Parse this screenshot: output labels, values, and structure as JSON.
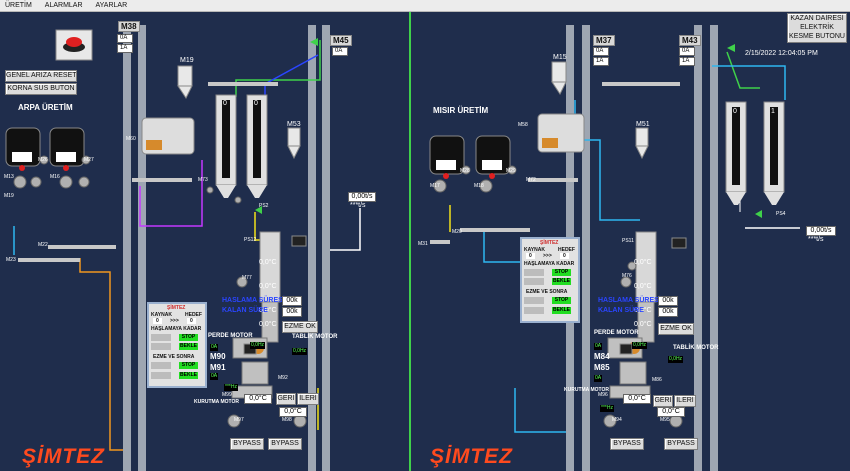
{
  "menu": [
    "ÜRETİM",
    "ALARMLAR",
    "AYARLAR"
  ],
  "buttons": {
    "fault_reset": "GENEL ARIZA RESET",
    "horn_mute": "KORNA SUS BUTON",
    "ezme_ok": "EZME OK",
    "geri": "GERİ",
    "ileri": "İLERİ",
    "bypass": "BYPASS",
    "kazan": "KAZAN DAİRESİ ELEKTRİK KESME BUTONU"
  },
  "section": {
    "left_title": "ARPA ÜRETİM",
    "right_title": "MISIR ÜRETİM"
  },
  "header": {
    "datetime": "2/15/2022 12:04:05 PM"
  },
  "machines": {
    "m38": "M38",
    "m45": "M45",
    "m37": "M37",
    "m43": "M43"
  },
  "ab": {
    "a": "0A",
    "b": "1A"
  },
  "flow": {
    "val": "0,00t/s",
    "unit": "***t/s"
  },
  "temp": "0,0°C",
  "hasl": {
    "text1": "HASLAMA SÜRESİ",
    "text2": "KALAN SÜRE",
    "val": "00k"
  },
  "motors": {
    "perde": "PERDE MOTOR",
    "tablik": "TABLİK MOTOR",
    "kurutma": "KURUTMA MOTOR",
    "m90": "M90",
    "m91": "M91",
    "m84": "M84",
    "m85": "M85"
  },
  "drive": {
    "amp": "0A",
    "fn": "0,0Hz",
    "hz": "0,0Hz",
    "hz2": "***Hz"
  },
  "panel": {
    "brand": "ŞİMTEZ",
    "kaynak": "KAYNAK",
    "hedef": "HEDEF",
    "zero": "0",
    "arrow": ">>>",
    "hasl": "HAŞLAMAYA KADAR",
    "ezme": "EZME VE SONRA",
    "stop": "STOP",
    "bekle": "BEKLE"
  },
  "silo": {
    "val": "0",
    "num": "1"
  },
  "mm": {
    "m15": "M15",
    "m19": "M19",
    "m53": "M53",
    "m51": "M51",
    "m60": "M60",
    "m58": "M58",
    "ps1": "PS1",
    "ps2": "PS2",
    "ps3": "PS3",
    "ps4": "PS4",
    "ps11": "PS11",
    "ps12": "PS12",
    "m22": "M22",
    "m23": "M23",
    "m31": "M31",
    "m20": "M20",
    "m73": "M73",
    "m72": "M72",
    "m77": "M77",
    "m76": "M76",
    "m99": "M99",
    "m96": "M96",
    "m97": "M97",
    "m98": "M98",
    "m94": "M94",
    "m95": "M95",
    "m92": "M92",
    "m86": "M86",
    "m26": "M26",
    "m27": "M27",
    "m28": "M28",
    "m29": "M29",
    "m13": "M13",
    "m16": "M16",
    "m17": "M17",
    "m18": "M18",
    "m19b": "M19"
  },
  "logo": "ŞİMTEZ",
  "colors": {
    "bg": "#1f2d4c",
    "elevator": "#9ea6b2",
    "pipe_green": "#3fd14a",
    "pipe_purple": "#c438ff",
    "pipe_cyan": "#2fb6f0",
    "pipe_orange": "#f0961e",
    "pipe_yellow": "#f2e21a",
    "pipe_white": "#ffffff",
    "logo": "#ff4a1e"
  }
}
